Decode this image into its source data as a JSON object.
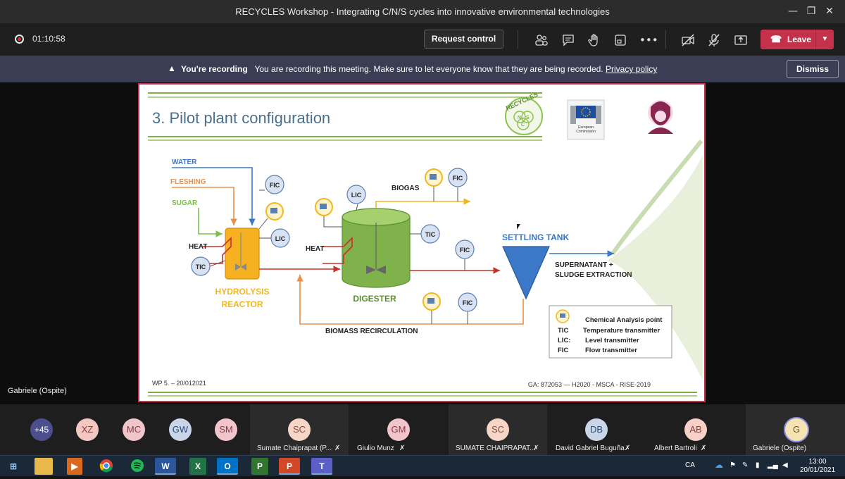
{
  "window": {
    "title": "RECYCLES Workshop - Integrating C/N/S cycles into innovative environmental technologies",
    "minimize": "—",
    "maximize": "❐",
    "close": "✕"
  },
  "meeting": {
    "timer": "01:10:58",
    "request_control": "Request control",
    "leave_label": "Leave",
    "icons": [
      "participants-icon",
      "chat-icon",
      "raise-hand-icon",
      "rooms-icon",
      "more-icon",
      "camera-off-icon",
      "mic-off-icon",
      "share-icon"
    ]
  },
  "recording_banner": {
    "bold": "You're recording",
    "text": "You are recording this meeting. Make sure to let everyone know that they are being recorded.",
    "link": "Privacy policy",
    "dismiss": "Dismiss"
  },
  "presenter": "Gabriele (Ospite)",
  "slide": {
    "title": "3. Pilot plant configuration",
    "logo_text": "RECYCLES",
    "logo_letters": [
      "N",
      "S",
      "C"
    ],
    "eu_line1": "European",
    "eu_line2": "Commission",
    "footer_left": "WP 5. – 20/012021",
    "footer_right": "GA: 872053 — H2020 - MSCA - RISE-2019",
    "labels": {
      "water": "WATER",
      "fleshing": "FLESHING",
      "sugar": "SUGAR",
      "heat1": "HEAT",
      "heat2": "HEAT",
      "reactor1": "HYDROLYSIS",
      "reactor2": "REACTOR",
      "digester": "DIGESTER",
      "biogas": "BIOGAS",
      "settling": "SETTLING TANK",
      "supernatant": "SUPERNATANT +",
      "sludge": "SLUDGE EXTRACTION",
      "biomass": "BIOMASS  RECIRCULATION"
    },
    "instruments": {
      "fic1": "FIC",
      "tic1": "TIC",
      "lic1": "LIC",
      "lic2": "LIC",
      "fic2": "FIC",
      "tic2": "TIC",
      "fic3": "FIC",
      "fic4": "FIC"
    },
    "legend": [
      {
        "code": "",
        "desc": "Chemical Analysis point"
      },
      {
        "code": "TIC",
        "desc": "Temperature transmitter"
      },
      {
        "code": "LIC:",
        "desc": "Level transmitter"
      },
      {
        "code": "FIC",
        "desc": "Flow transmitter"
      }
    ]
  },
  "participants": [
    {
      "initials": "+45",
      "name": "",
      "color": "#4b4f8c",
      "text": "#ffffff"
    },
    {
      "initials": "XZ",
      "name": "",
      "color": "#f4c7c3",
      "text": "#8a3a36"
    },
    {
      "initials": "MC",
      "name": "",
      "color": "#f0c6cb",
      "text": "#8a3a46"
    },
    {
      "initials": "GW",
      "name": "",
      "color": "#c9d6ea",
      "text": "#2e4a74"
    },
    {
      "initials": "SM",
      "name": "",
      "color": "#f2c5cd",
      "text": "#8a3a46"
    },
    {
      "initials": "SC",
      "name": "Sumate Chaiprapat (P...",
      "color": "#f7d6c8",
      "text": "#8a4a36"
    },
    {
      "initials": "GM",
      "name": "Giulio Munz",
      "color": "#f2c5cd",
      "text": "#8a3a46"
    },
    {
      "initials": "SC",
      "name": "SUMATE CHAIPRAPAT...",
      "color": "#f7d6c8",
      "text": "#8a4a36"
    },
    {
      "initials": "DB",
      "name": "David Gabriel Buguña",
      "color": "#c9d6ea",
      "text": "#2e4a74"
    },
    {
      "initials": "AB",
      "name": "Albert Bartroli",
      "color": "#f7d0c8",
      "text": "#8a3a36"
    },
    {
      "initials": "G",
      "name": "Gabriele (Ospite)",
      "color": "#f5e3b3",
      "text": "#6b5420"
    }
  ],
  "taskbar": {
    "apps": [
      "start-icon",
      "file-explorer-icon",
      "media-player-icon",
      "chrome-icon",
      "spotify-icon",
      "word-icon",
      "excel-icon",
      "outlook-icon",
      "project-icon",
      "powerpoint-icon",
      "teams-icon"
    ],
    "lang": "CA",
    "time": "13:00",
    "date": "20/01/2021"
  }
}
